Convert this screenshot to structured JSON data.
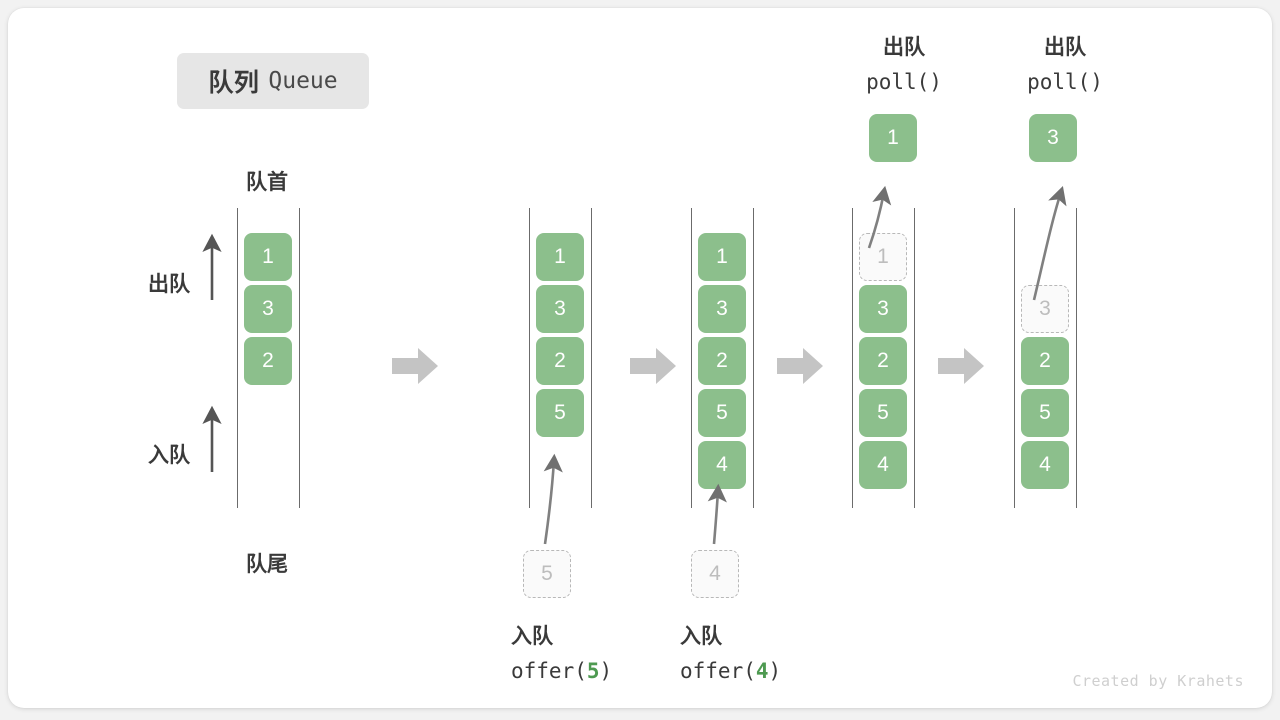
{
  "title": {
    "cn": "队列",
    "en": "Queue"
  },
  "labels": {
    "head": "队首",
    "tail": "队尾",
    "dequeue": "出队",
    "enqueue": "入队"
  },
  "operations": {
    "offer5": {
      "line1": "入队",
      "prefix": "offer(",
      "value": "5",
      "suffix": ")"
    },
    "offer4": {
      "line1": "入队",
      "prefix": "offer(",
      "value": "4",
      "suffix": ")"
    },
    "poll1": {
      "line1": "出队",
      "line2": "poll()"
    },
    "poll2": {
      "line1": "出队",
      "line2": "poll()"
    }
  },
  "columns": [
    {
      "name": "initial",
      "cells": [
        {
          "v": "1",
          "state": "filled"
        },
        {
          "v": "3",
          "state": "filled"
        },
        {
          "v": "2",
          "state": "filled"
        }
      ]
    },
    {
      "name": "after-offer-5",
      "cells": [
        {
          "v": "1",
          "state": "filled"
        },
        {
          "v": "3",
          "state": "filled"
        },
        {
          "v": "2",
          "state": "filled"
        },
        {
          "v": "5",
          "state": "filled"
        }
      ]
    },
    {
      "name": "after-offer-4",
      "cells": [
        {
          "v": "1",
          "state": "filled"
        },
        {
          "v": "3",
          "state": "filled"
        },
        {
          "v": "2",
          "state": "filled"
        },
        {
          "v": "5",
          "state": "filled"
        },
        {
          "v": "4",
          "state": "filled"
        }
      ]
    },
    {
      "name": "during-poll-1",
      "cells": [
        {
          "v": "1",
          "state": "ghost"
        },
        {
          "v": "3",
          "state": "filled"
        },
        {
          "v": "2",
          "state": "filled"
        },
        {
          "v": "5",
          "state": "filled"
        },
        {
          "v": "4",
          "state": "filled"
        }
      ]
    },
    {
      "name": "during-poll-2",
      "cells": [
        {
          "v": "",
          "state": "empty"
        },
        {
          "v": "3",
          "state": "ghost"
        },
        {
          "v": "2",
          "state": "filled"
        },
        {
          "v": "5",
          "state": "filled"
        },
        {
          "v": "4",
          "state": "filled"
        }
      ]
    }
  ],
  "incoming": [
    {
      "name": "incoming-5",
      "value": "5"
    },
    {
      "name": "incoming-4",
      "value": "4"
    }
  ],
  "popped": [
    {
      "name": "popped-1",
      "value": "1"
    },
    {
      "name": "popped-2",
      "value": "3"
    }
  ],
  "step_arrow_glyph": "➡",
  "colors": {
    "element_green": "#8cbf8c",
    "ghost_border": "#b8b8b8",
    "rail": "#6b6b6b",
    "step_arrow": "#c4c4c4",
    "text_dark": "#3a3a3a",
    "accent_number": "#4e9a51"
  },
  "credit": "Created by Krahets"
}
